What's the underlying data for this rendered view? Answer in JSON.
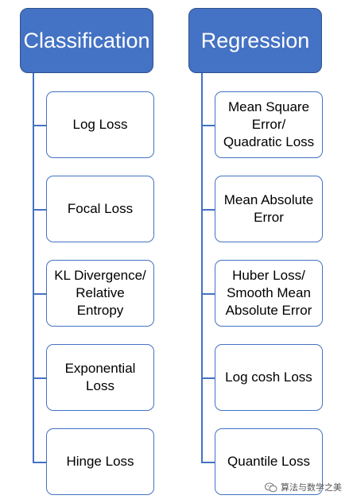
{
  "classification": {
    "title": "Classification",
    "items": [
      "Log Loss",
      "Focal Loss",
      "KL Divergence/\nRelative\nEntropy",
      "Exponential\nLoss",
      "Hinge Loss"
    ]
  },
  "regression": {
    "title": "Regression",
    "items": [
      "Mean Square\nError/\nQuadratic Loss",
      "Mean Absolute\nError",
      "Huber Loss/\nSmooth Mean\nAbsolute Error",
      "Log cosh Loss",
      "Quantile Loss"
    ]
  },
  "watermark": {
    "text": "算法与数学之美",
    "icon": "wechat-icon"
  },
  "colors": {
    "accent": "#4472c4",
    "accent_border": "#2f528f"
  }
}
